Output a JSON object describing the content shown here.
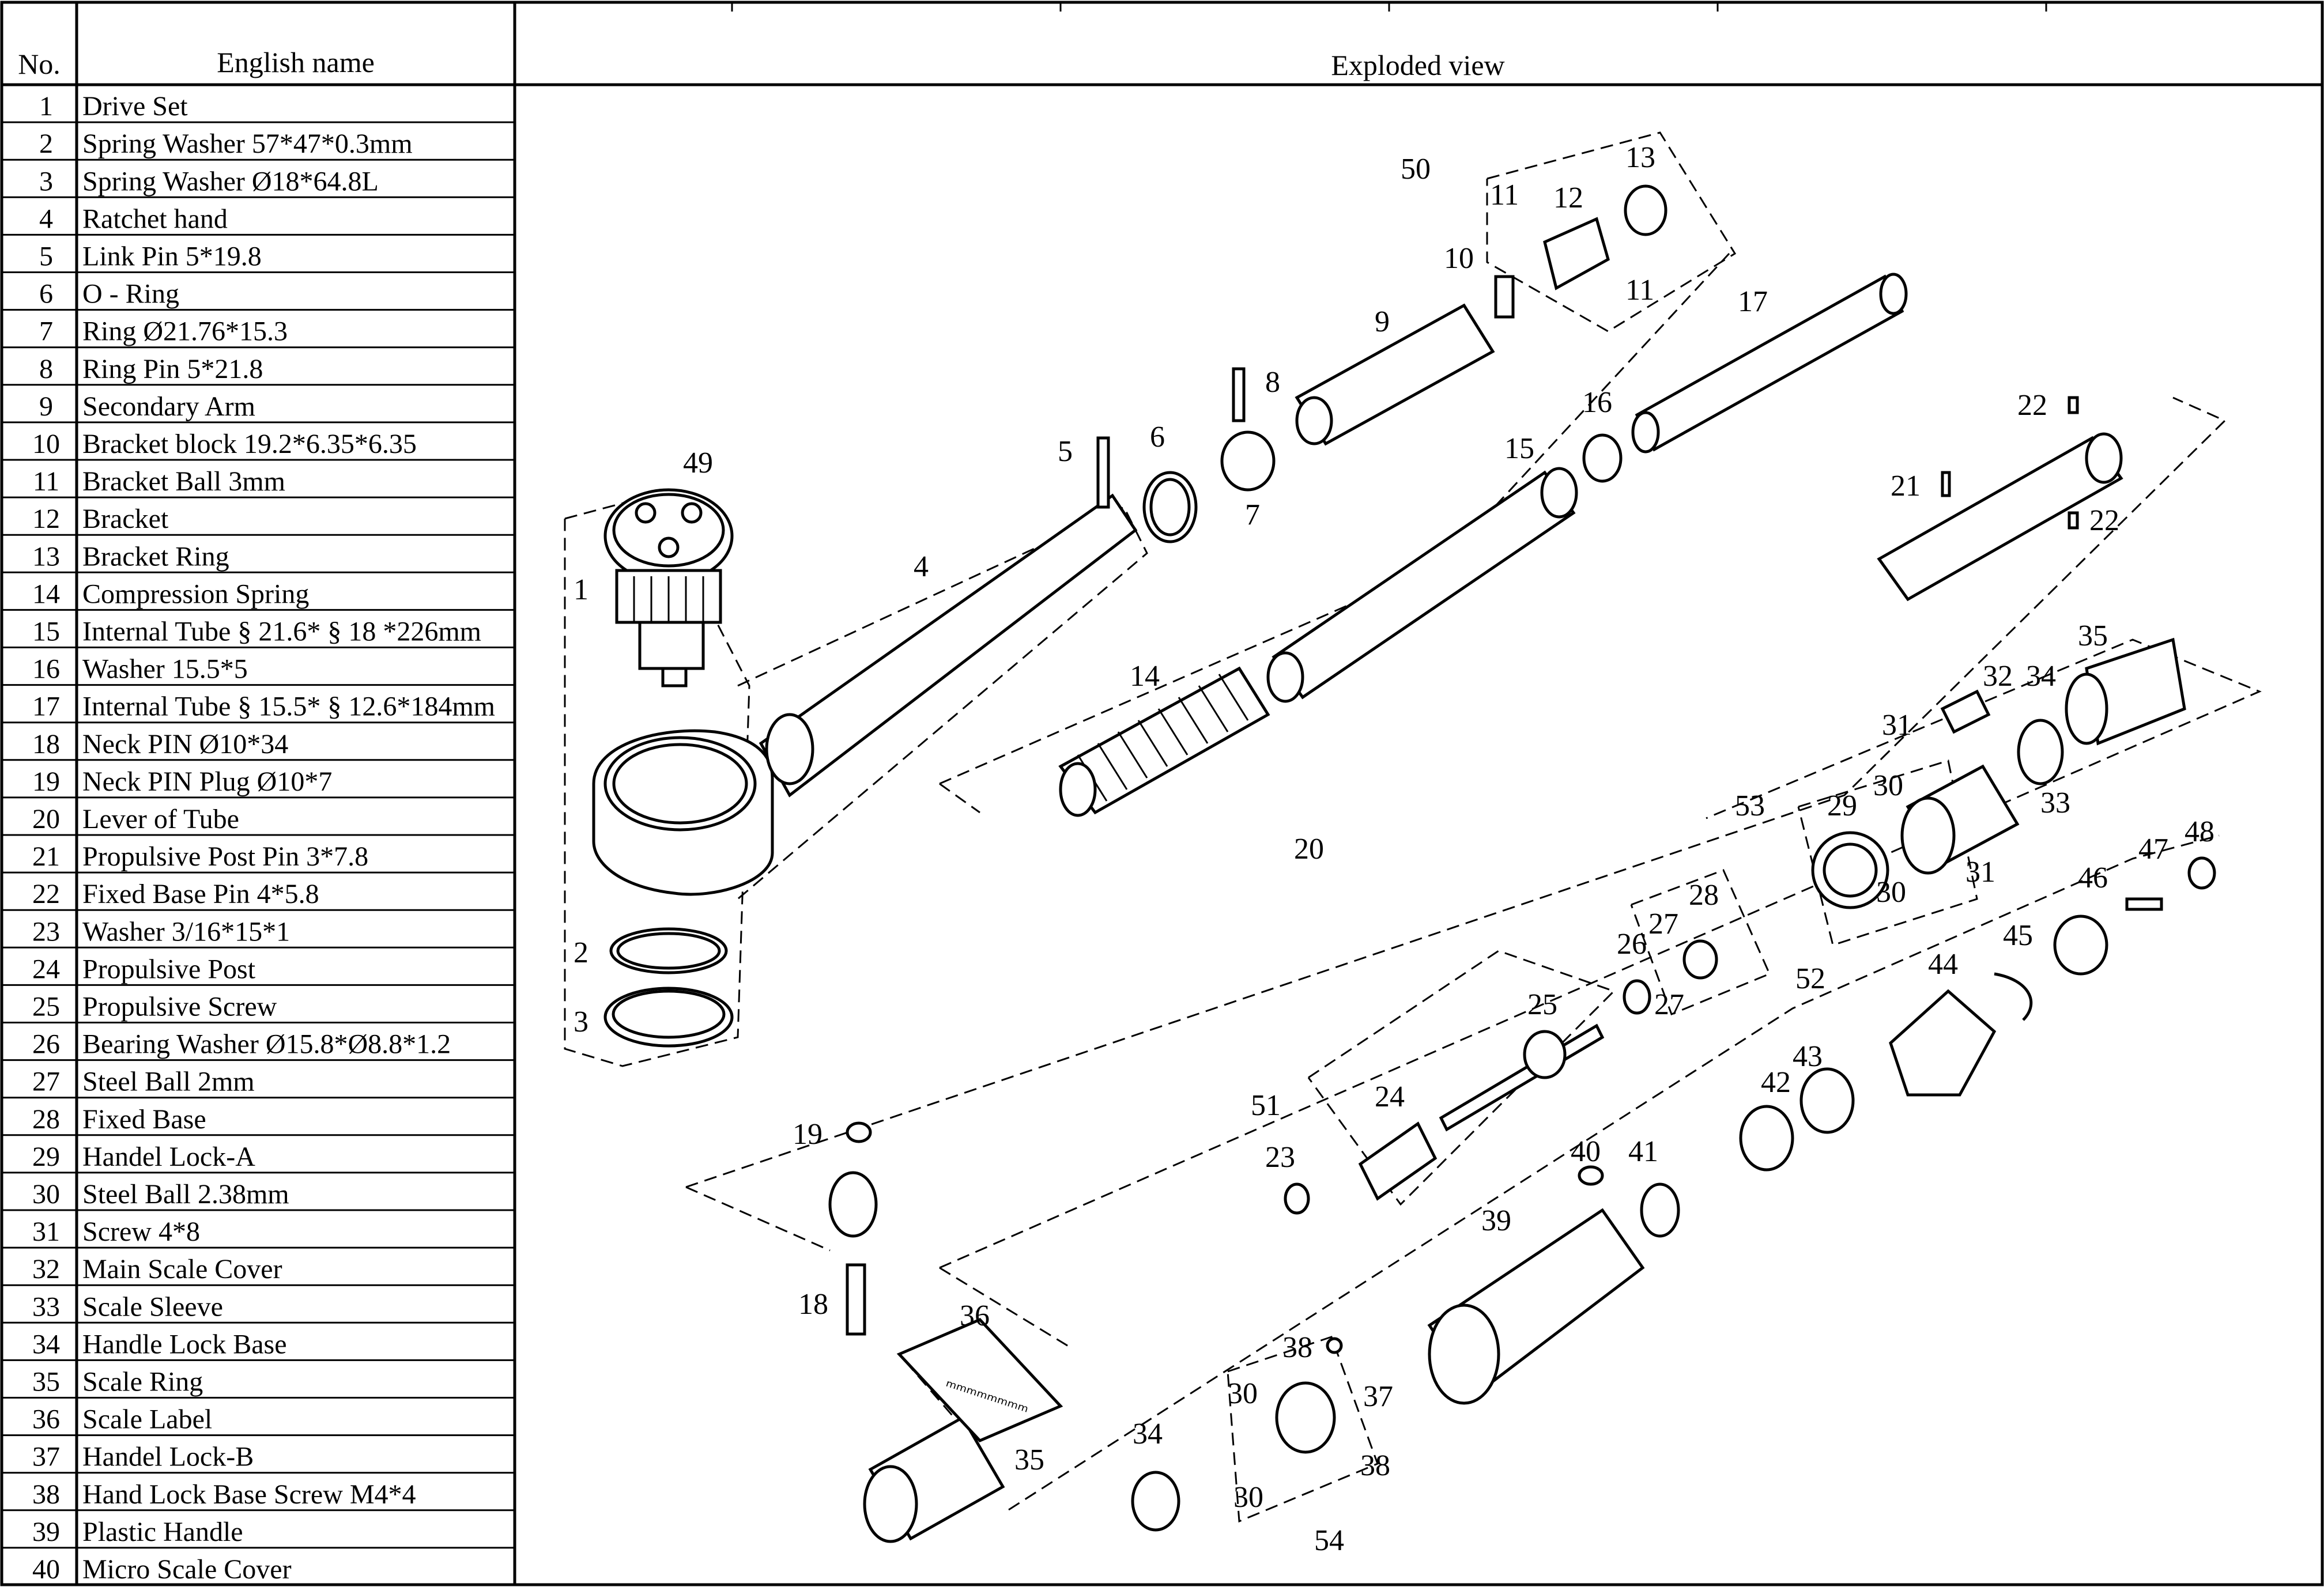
{
  "table": {
    "header_no": "No.",
    "header_name": "English name",
    "rows": [
      {
        "no": "1",
        "name": "Drive Set"
      },
      {
        "no": "2",
        "name": "Spring Washer 57*47*0.3mm"
      },
      {
        "no": "3",
        "name": "Spring Washer Ø18*64.8L"
      },
      {
        "no": "4",
        "name": "Ratchet hand"
      },
      {
        "no": "5",
        "name": "Link Pin 5*19.8"
      },
      {
        "no": "6",
        "name": "O - Ring"
      },
      {
        "no": "7",
        "name": "Ring Ø21.76*15.3"
      },
      {
        "no": "8",
        "name": "Ring Pin 5*21.8"
      },
      {
        "no": "9",
        "name": "Secondary Arm"
      },
      {
        "no": "10",
        "name": "Bracket block 19.2*6.35*6.35"
      },
      {
        "no": "11",
        "name": "Bracket Ball 3mm"
      },
      {
        "no": "12",
        "name": "Bracket"
      },
      {
        "no": "13",
        "name": "Bracket Ring"
      },
      {
        "no": "14",
        "name": "Compression Spring"
      },
      {
        "no": "15",
        "name": "Internal Tube § 21.6* § 18 *226mm"
      },
      {
        "no": "16",
        "name": "Washer 15.5*5"
      },
      {
        "no": "17",
        "name": "Internal Tube § 15.5* § 12.6*184mm"
      },
      {
        "no": "18",
        "name": "Neck PIN Ø10*34"
      },
      {
        "no": "19",
        "name": "Neck PIN Plug Ø10*7"
      },
      {
        "no": "20",
        "name": "Lever of Tube"
      },
      {
        "no": "21",
        "name": "Propulsive Post Pin 3*7.8"
      },
      {
        "no": "22",
        "name": "Fixed Base Pin 4*5.8"
      },
      {
        "no": "23",
        "name": "Washer 3/16*15*1"
      },
      {
        "no": "24",
        "name": "Propulsive Post"
      },
      {
        "no": "25",
        "name": "Propulsive Screw"
      },
      {
        "no": "26",
        "name": "Bearing Washer Ø15.8*Ø8.8*1.2"
      },
      {
        "no": "27",
        "name": "Steel Ball 2mm"
      },
      {
        "no": "28",
        "name": "Fixed Base"
      },
      {
        "no": "29",
        "name": "Handel Lock-A"
      },
      {
        "no": "30",
        "name": "Steel Ball 2.38mm"
      },
      {
        "no": "31",
        "name": "Screw 4*8"
      },
      {
        "no": "32",
        "name": "Main Scale Cover"
      },
      {
        "no": "33",
        "name": "Scale  Sleeve"
      },
      {
        "no": "34",
        "name": "Handle Lock Base"
      },
      {
        "no": "35",
        "name": "Scale Ring"
      },
      {
        "no": "36",
        "name": "Scale Label"
      },
      {
        "no": "37",
        "name": "Handel Lock-B"
      },
      {
        "no": "38",
        "name": "Hand Lock Base Screw M4*4"
      },
      {
        "no": "39",
        "name": "Plastic Handle"
      },
      {
        "no": "40",
        "name": "Micro Scale Cover"
      }
    ]
  },
  "diagram": {
    "title": "Exploded view",
    "callouts": [
      {
        "label": "50"
      },
      {
        "label": "11"
      },
      {
        "label": "12"
      },
      {
        "label": "13"
      },
      {
        "label": "10"
      },
      {
        "label": "11"
      },
      {
        "label": "9"
      },
      {
        "label": "17"
      },
      {
        "label": "8"
      },
      {
        "label": "5"
      },
      {
        "label": "6"
      },
      {
        "label": "7"
      },
      {
        "label": "16"
      },
      {
        "label": "15"
      },
      {
        "label": "22"
      },
      {
        "label": "21"
      },
      {
        "label": "22"
      },
      {
        "label": "49"
      },
      {
        "label": "1"
      },
      {
        "label": "4"
      },
      {
        "label": "14"
      },
      {
        "label": "35"
      },
      {
        "label": "32"
      },
      {
        "label": "34"
      },
      {
        "label": "31"
      },
      {
        "label": "30"
      },
      {
        "label": "33"
      },
      {
        "label": "53"
      },
      {
        "label": "29"
      },
      {
        "label": "31"
      },
      {
        "label": "30"
      },
      {
        "label": "20"
      },
      {
        "label": "48"
      },
      {
        "label": "47"
      },
      {
        "label": "46"
      },
      {
        "label": "28"
      },
      {
        "label": "27"
      },
      {
        "label": "26"
      },
      {
        "label": "27"
      },
      {
        "label": "52"
      },
      {
        "label": "45"
      },
      {
        "label": "44"
      },
      {
        "label": "2"
      },
      {
        "label": "3"
      },
      {
        "label": "25"
      },
      {
        "label": "43"
      },
      {
        "label": "42"
      },
      {
        "label": "51"
      },
      {
        "label": "24"
      },
      {
        "label": "23"
      },
      {
        "label": "19"
      },
      {
        "label": "40"
      },
      {
        "label": "41"
      },
      {
        "label": "39"
      },
      {
        "label": "18"
      },
      {
        "label": "36"
      },
      {
        "label": "38"
      },
      {
        "label": "30"
      },
      {
        "label": "37"
      },
      {
        "label": "38"
      },
      {
        "label": "35"
      },
      {
        "label": "34"
      },
      {
        "label": "30"
      },
      {
        "label": "54"
      }
    ],
    "label_text": "ₘₘₘₘₘₘₘₘ"
  }
}
